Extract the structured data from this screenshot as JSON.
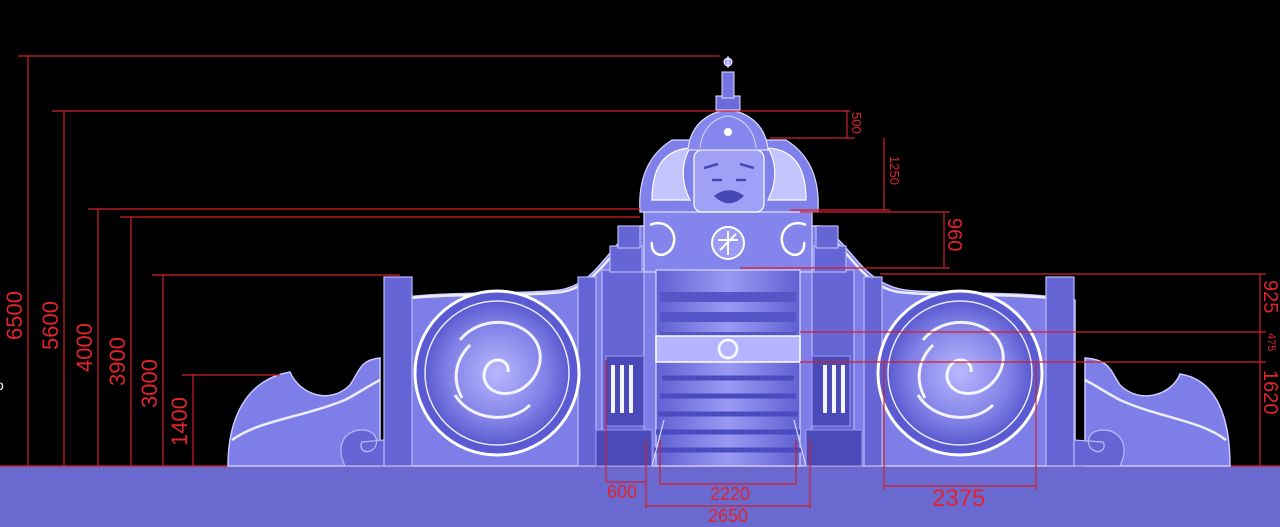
{
  "drawing": {
    "colors": {
      "background": "#000000",
      "ground": "#6a69cf",
      "structure": "#7d7ee8",
      "dimension": "#e0242c"
    },
    "left_dimensions": [
      "6500",
      "5600",
      "4000",
      "3900",
      "3000",
      "1400"
    ],
    "right_dimensions": [
      "500",
      "1250",
      "960",
      "925",
      "475",
      "1620"
    ],
    "bottom_dimensions": [
      "600",
      "2220",
      "2650",
      "2375"
    ],
    "edge_mark": "o"
  }
}
